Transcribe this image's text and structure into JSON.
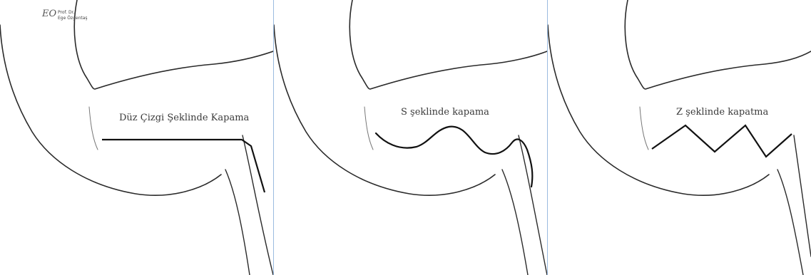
{
  "logo": {
    "mark": "EO",
    "line1": "Prof. Dr.",
    "line2": "Ege Özgentaş"
  },
  "panels": [
    {
      "caption": "Düz Çizgi Şeklinde Kapama",
      "incision": "straight line"
    },
    {
      "caption": "S şeklinde kapama",
      "incision": "S-shaped curve"
    },
    {
      "caption": "Z şeklinde kapatma",
      "incision": "Z-shaped zigzag"
    }
  ],
  "colors": {
    "outline": "#2a2a2a",
    "incision": "#111111",
    "separator": "#9bbbe0",
    "background": "#ffffff"
  }
}
